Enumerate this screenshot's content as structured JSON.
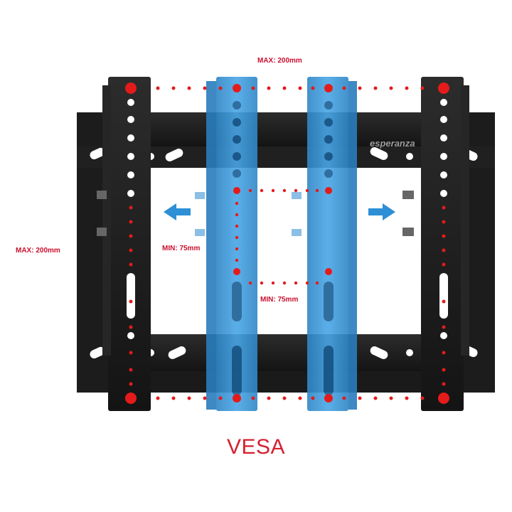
{
  "labels": {
    "max_horizontal": "MAX: 200mm",
    "max_vertical": "MAX: 200mm",
    "min_horizontal": "MIN: 75mm",
    "min_vertical": "MIN: 75mm",
    "caption": "VESA"
  },
  "logo_text": "esperanza",
  "colors": {
    "bracket": "#1f1f1f",
    "arm_blue": "#3a9ad9",
    "marker_red": "#e41b1b",
    "arrow_blue": "#2d8fd5",
    "label_red": "#c8102e"
  }
}
